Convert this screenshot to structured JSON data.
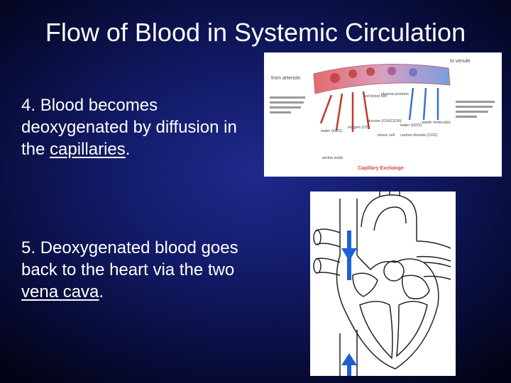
{
  "slide": {
    "title": "Flow of Blood in Systemic Circulation",
    "point4": {
      "number": "4.",
      "text_before": "Blood becomes deoxygenated by diffusion in the",
      "link": "capillaries",
      "text_after": "."
    },
    "point5": {
      "number": "5.",
      "text_before": "Deoxygenated blood goes back to the heart via the two",
      "link": "vena cava",
      "text_after": "."
    }
  },
  "capillary_diagram": {
    "from_label": "from arteriole",
    "to_label": "to venule",
    "caption": "Capillary Exchange",
    "labels": {
      "red_blood_cell": "red blood cell",
      "plasma_proteins": "plasma proteins",
      "water_left": "water (H2O)",
      "oxygen": "oxygen (O2)",
      "glucose": "glucose (C6H12O6)",
      "amino_acids": "amino acids",
      "water_right": "water (H2O)",
      "waste": "waste molecules",
      "carbon_dioxide": "carbon dioxide (CO2)",
      "tissue_cell": "tissue cell"
    }
  },
  "colors": {
    "accent_link": "#ffffff",
    "arrow_blue": "#1f5fd6",
    "arterial_red": "#e56a6a",
    "venous_blue": "#7a9ee0"
  },
  "icons": {
    "arrow_down": "arrow-down-icon",
    "arrow_up": "arrow-up-icon"
  }
}
